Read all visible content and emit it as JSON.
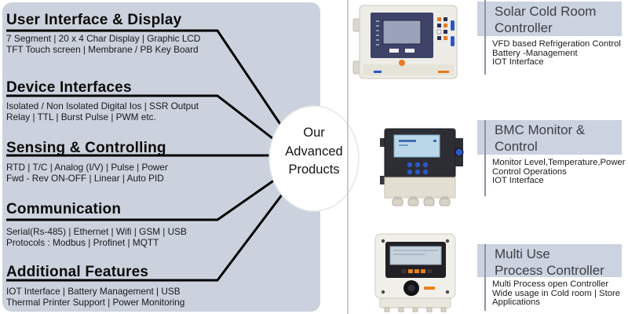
{
  "colors": {
    "panel_bg": "#ccd2dd",
    "title_box_bg": "#cbd2e0",
    "accent_line": "#8d94a4",
    "divider": "#c8cbd0",
    "connector_line": "#000000",
    "orange_accent": "#e87a23",
    "device_blue": "#2b57c8"
  },
  "features": {
    "sections": [
      {
        "heading": "User Interface & Display",
        "line1": "7 Segment | 20 x 4 Char Display | Graphic LCD",
        "line2": "TFT Touch screen | Membrane / PB Key Board"
      },
      {
        "heading": "Device Interfaces",
        "line1": "Isolated / Non Isolated Digital Ios | SSR Output",
        "line2": "Relay | TTL | Burst Pulse | PWM etc."
      },
      {
        "heading": "Sensing & Controlling",
        "line1": "RTD | T/C | Analog (I/V) | Pulse | Power",
        "line2": "Fwd - Rev ON-OFF | Linear | Auto PID"
      },
      {
        "heading": "Communication",
        "line1": "Serial(Rs-485) | Ethernet | Wifi | GSM | USB",
        "line2": "Protocols : Modbus | Profinet | MQTT"
      },
      {
        "heading": "Additional Features",
        "line1": "IOT Interface | Battery Management | USB",
        "line2": "Thermal Printer Support | Power Monitoring"
      }
    ]
  },
  "bubble": {
    "line1": "Our",
    "line2": "Advanced",
    "line3": "Products"
  },
  "products": [
    {
      "title1": "Solar Cold Room",
      "title2": "Controller",
      "desc1": "VFD based Refrigeration Control",
      "desc2": "Battery -Management",
      "desc3": "IOT Interface",
      "image": "solar-cold-room-controller-device"
    },
    {
      "title1": "BMC Monitor &",
      "title2": "Control",
      "desc1": "Monitor Level,Temperature,Power",
      "desc2": "Control Operations",
      "desc3": "IOT Interface",
      "image": "bmc-monitor-control-device"
    },
    {
      "title1": "Multi Use",
      "title2": "Process Controller",
      "desc1": "Multi Process open Controller",
      "desc2": "Wide usage in Cold room | Store",
      "desc3": "Applications",
      "image": "multi-use-process-controller-device"
    }
  ]
}
